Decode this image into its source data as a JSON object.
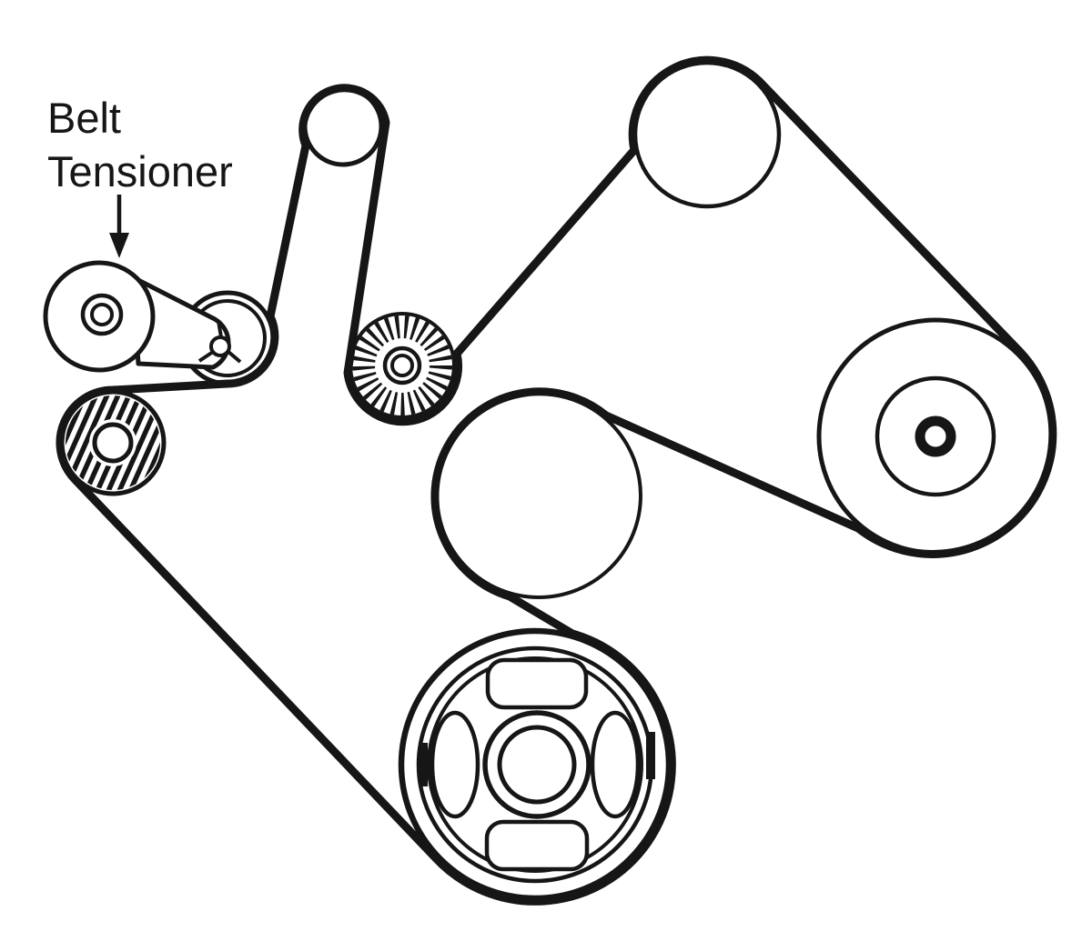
{
  "diagram": {
    "kind": "serpentine-belt-routing-diagram",
    "label": {
      "line1": "Belt",
      "line2": "Tensioner"
    },
    "colors": {
      "ink": "#161616",
      "paper": "#ffffff"
    }
  }
}
